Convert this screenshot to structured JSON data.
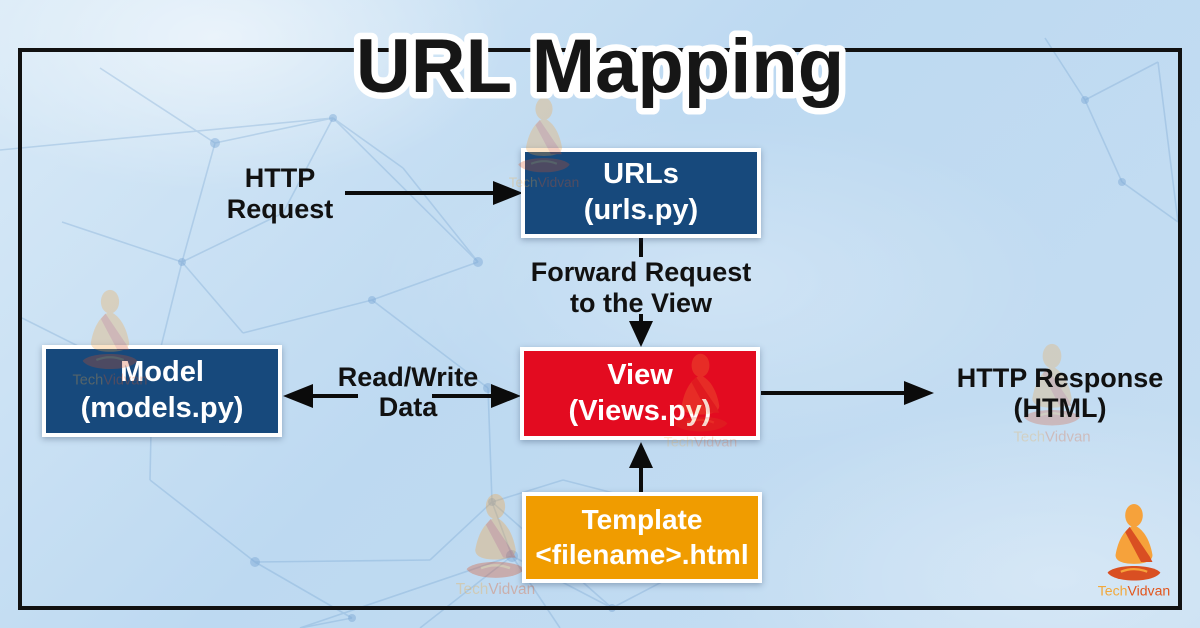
{
  "header": {
    "title": "URL Mapping"
  },
  "brand": {
    "tech": "Tech",
    "vidvan": "Vidvan"
  },
  "colors": {
    "background": "#c3dcf2",
    "frame_border": "#111111",
    "node_dark_blue": "#17497c",
    "node_red": "#e30b20",
    "node_orange": "#f09c00",
    "node_text": "#ffffff",
    "arrow": "#0b0b0b",
    "brand_tech": "#f2a93c",
    "brand_vidvan": "#e2561e"
  },
  "diagram": {
    "nodes": {
      "urls": {
        "line1": "URLs",
        "line2": "(urls.py)"
      },
      "model": {
        "line1": "Model",
        "line2": "(models.py)"
      },
      "view": {
        "line1": "View",
        "line2": "(Views.py)"
      },
      "template": {
        "line1": "Template",
        "line2": "<filename>.html"
      }
    },
    "labels": {
      "http_request": {
        "line1": "HTTP",
        "line2": "Request"
      },
      "forward_request": {
        "line1": "Forward Request",
        "line2": "to the View"
      },
      "read_write": {
        "line1": "Read/Write",
        "line2": "Data"
      },
      "http_response": {
        "line1": "HTTP Response",
        "line2": "(HTML)"
      }
    }
  }
}
